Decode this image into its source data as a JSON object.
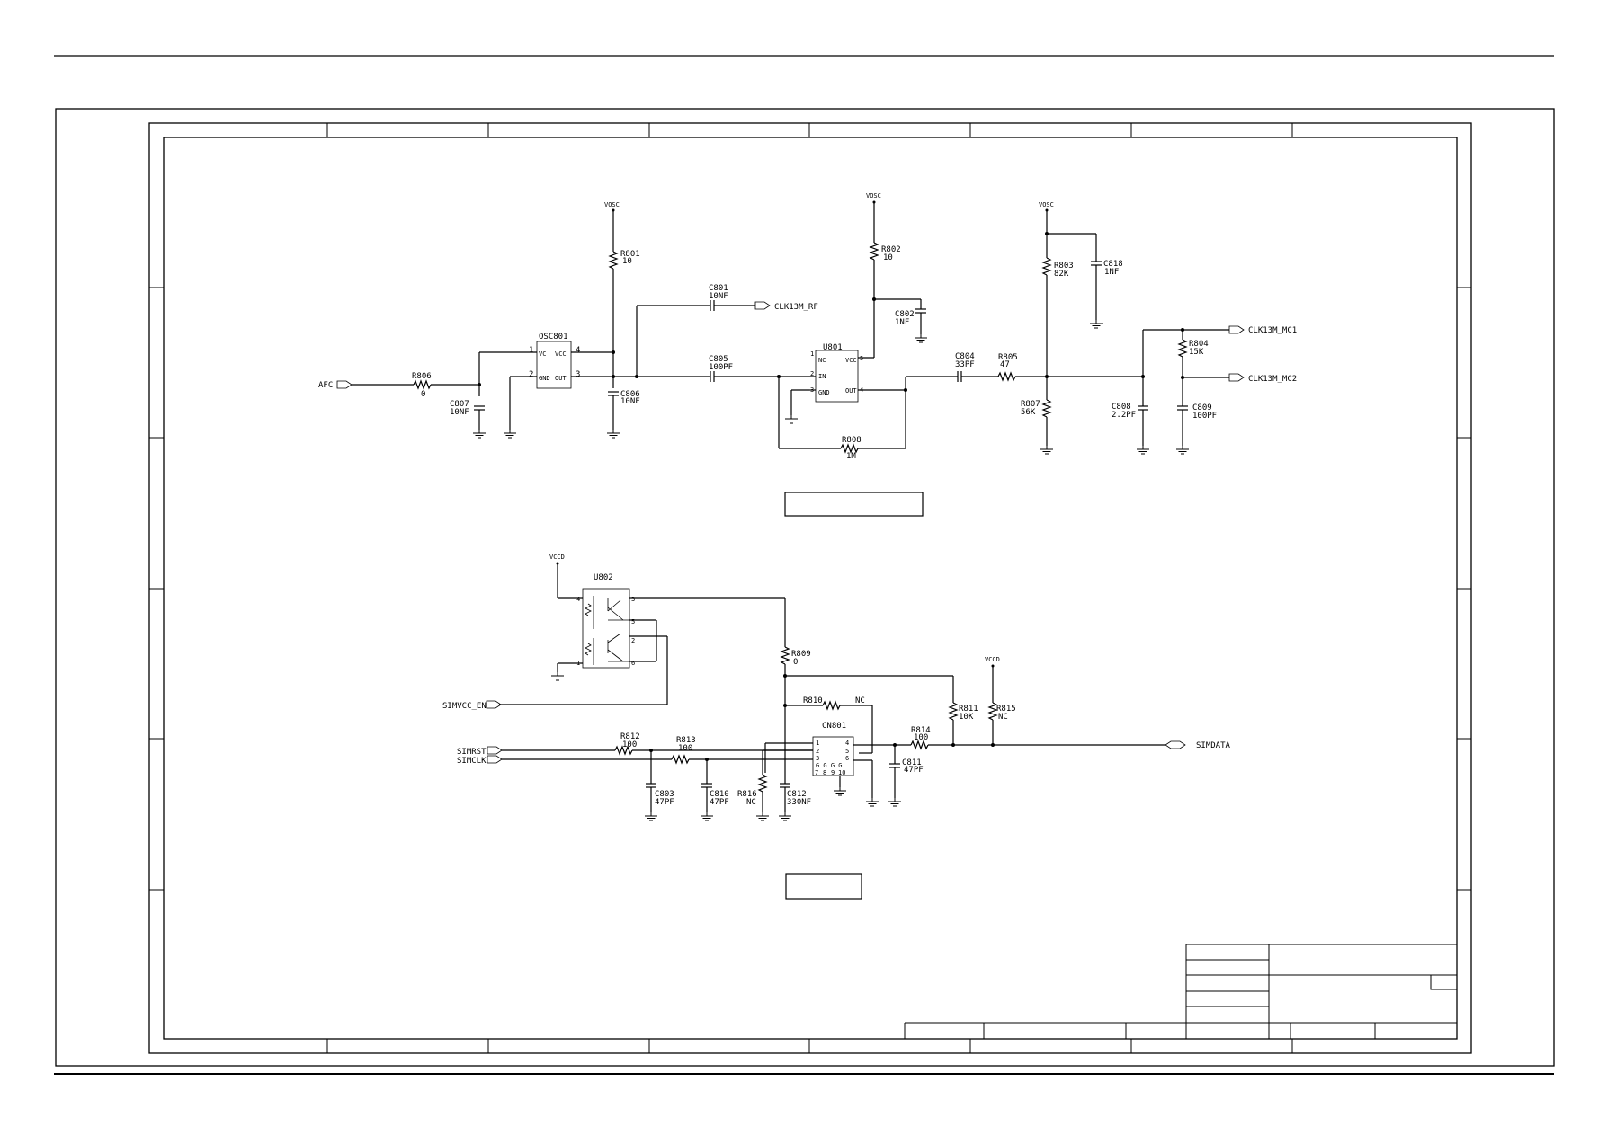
{
  "oscillator": {
    "nets": {
      "vosc1": "VOSC",
      "vosc2": "VOSC",
      "vosc3": "VOSC",
      "afc": "AFC",
      "clk_rf": "CLK13M_RF",
      "clk_mc1": "CLK13M_MC1",
      "clk_mc2": "CLK13M_MC2"
    },
    "osc801": {
      "ref": "OSC801",
      "p1": "1",
      "p2": "2",
      "p3": "3",
      "p4": "4",
      "vc": "VC",
      "vcc": "VCC",
      "gnd": "GND",
      "out": "OUT"
    },
    "u801": {
      "ref": "U801",
      "nc": "NC",
      "vcc": "VCC",
      "in": "IN",
      "gnd": "GND",
      "out": "OUT",
      "p1": "1",
      "p2": "2",
      "p3": "3",
      "p4": "4",
      "p5": "5"
    },
    "parts": {
      "r801": {
        "ref": "R801",
        "val": "10"
      },
      "r802": {
        "ref": "R802",
        "val": "10"
      },
      "r803": {
        "ref": "R803",
        "val": "82K"
      },
      "r804": {
        "ref": "R804",
        "val": "15K"
      },
      "r805": {
        "ref": "R805",
        "val": "47"
      },
      "r806": {
        "ref": "R806",
        "val": "0"
      },
      "r807": {
        "ref": "R807",
        "val": "56K"
      },
      "r808": {
        "ref": "R808",
        "val": "1M"
      },
      "c801": {
        "ref": "C801",
        "val": "10NF"
      },
      "c802": {
        "ref": "C802",
        "val": "1NF"
      },
      "c804": {
        "ref": "C804",
        "val": "33PF"
      },
      "c805": {
        "ref": "C805",
        "val": "100PF"
      },
      "c806": {
        "ref": "C806",
        "val": "10NF"
      },
      "c807": {
        "ref": "C807",
        "val": "10NF"
      },
      "c808": {
        "ref": "C808",
        "val": "2.2PF"
      },
      "c809": {
        "ref": "C809",
        "val": "100PF"
      },
      "c818": {
        "ref": "C818",
        "val": "1NF"
      }
    }
  },
  "sim": {
    "nets": {
      "vccd1": "VCCD",
      "vccd2": "VCCD",
      "simvcc_en": "SIMVCC_EN",
      "simrst": "SIMRST",
      "simclk": "SIMCLK",
      "simdata": "SIMDATA"
    },
    "u802": {
      "ref": "U802",
      "p1": "1",
      "p2": "2",
      "p3": "3",
      "p4": "4",
      "p5": "5",
      "p6": "6"
    },
    "cn801": {
      "ref": "CN801",
      "p1": "1",
      "p2": "2",
      "p3": "3",
      "p4": "4",
      "p5": "5",
      "p6": "6",
      "p7": "7",
      "p8": "8",
      "p9": "9",
      "p10": "10",
      "g": "G G G G"
    },
    "parts": {
      "r809": {
        "ref": "R809",
        "val": "0"
      },
      "r810": {
        "ref": "R810",
        "val": "NC"
      },
      "r811": {
        "ref": "R811",
        "val": "10K"
      },
      "r812": {
        "ref": "R812",
        "val": "100"
      },
      "r813": {
        "ref": "R813",
        "val": "100"
      },
      "r814": {
        "ref": "R814",
        "val": "100"
      },
      "r815": {
        "ref": "R815",
        "val": "NC"
      },
      "r816": {
        "ref": "R816",
        "val": "NC"
      },
      "c803": {
        "ref": "C803",
        "val": "47PF"
      },
      "c810": {
        "ref": "C810",
        "val": "47PF"
      },
      "c811": {
        "ref": "C811",
        "val": "47PF"
      },
      "c812": {
        "ref": "C812",
        "val": "330NF"
      }
    }
  }
}
